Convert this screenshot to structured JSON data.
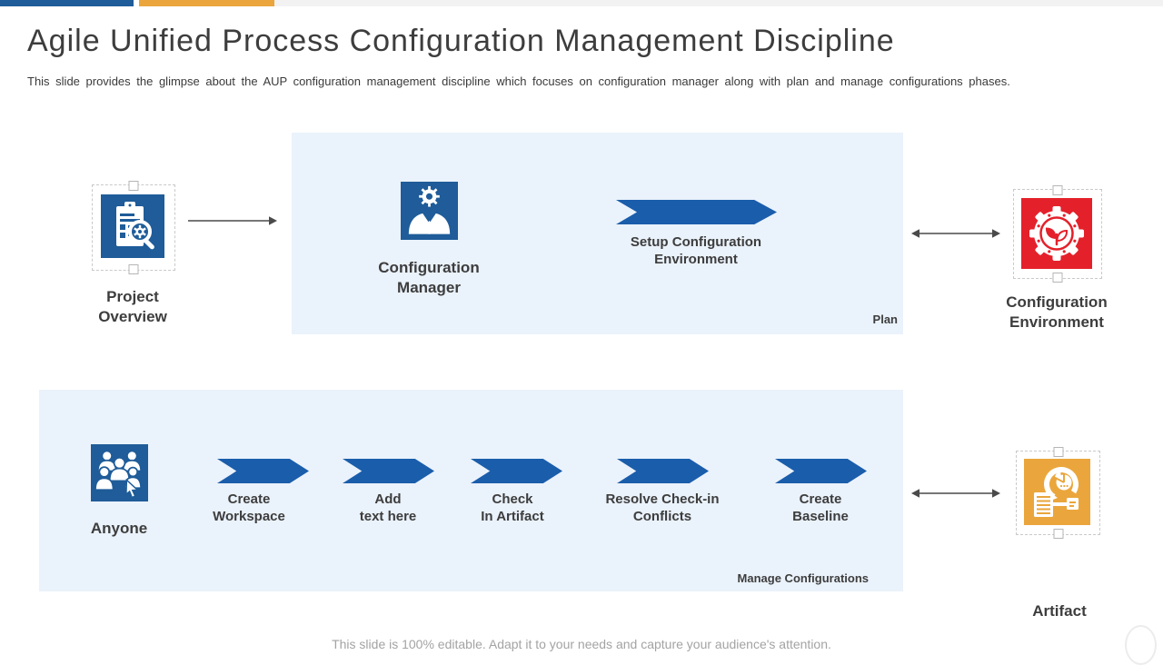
{
  "header": {
    "title": "Agile Unified Process Configuration Management Discipline",
    "subtitle": "This slide provides the glimpse about the AUP configuration management discipline which focuses on configuration manager along with plan and manage configurations phases."
  },
  "plan_row": {
    "actor": {
      "icon": "project-report-magnifier-icon",
      "label": "Project\nOverview"
    },
    "panel": {
      "manager": {
        "icon": "manager-gear-icon",
        "label": "Configuration\nManager"
      },
      "step": {
        "label": "Setup Configuration\nEnvironment"
      },
      "tag": "Plan"
    },
    "environment": {
      "icon": "eco-gear-icon",
      "label": "Configuration\nEnvironment"
    }
  },
  "manage_row": {
    "actor": {
      "icon": "team-group-icon",
      "label": "Anyone"
    },
    "panel": {
      "steps": [
        {
          "label": "Create\nWorkspace"
        },
        {
          "label": "Add\ntext here"
        },
        {
          "label": "Check\nIn Artifact"
        },
        {
          "label": "Resolve Check-in\nConflicts"
        },
        {
          "label": "Create\nBaseline"
        }
      ],
      "tag": "Manage Configurations"
    },
    "artifact": {
      "icon": "artifact-report-cycle-icon",
      "label": "Artifact"
    }
  },
  "footer": {
    "note": "This slide is 100% editable. Adapt it to your needs and capture your audience's attention."
  },
  "colors": {
    "accent_blue": "#1F5C99",
    "chevron_blue": "#1A5DAB",
    "panel_blue": "#EAF2FB",
    "icon_red": "#E4212B",
    "icon_orange": "#EAA63C",
    "connector_gray": "#4A4A4A",
    "topbar_track": "#F2F2F2"
  }
}
